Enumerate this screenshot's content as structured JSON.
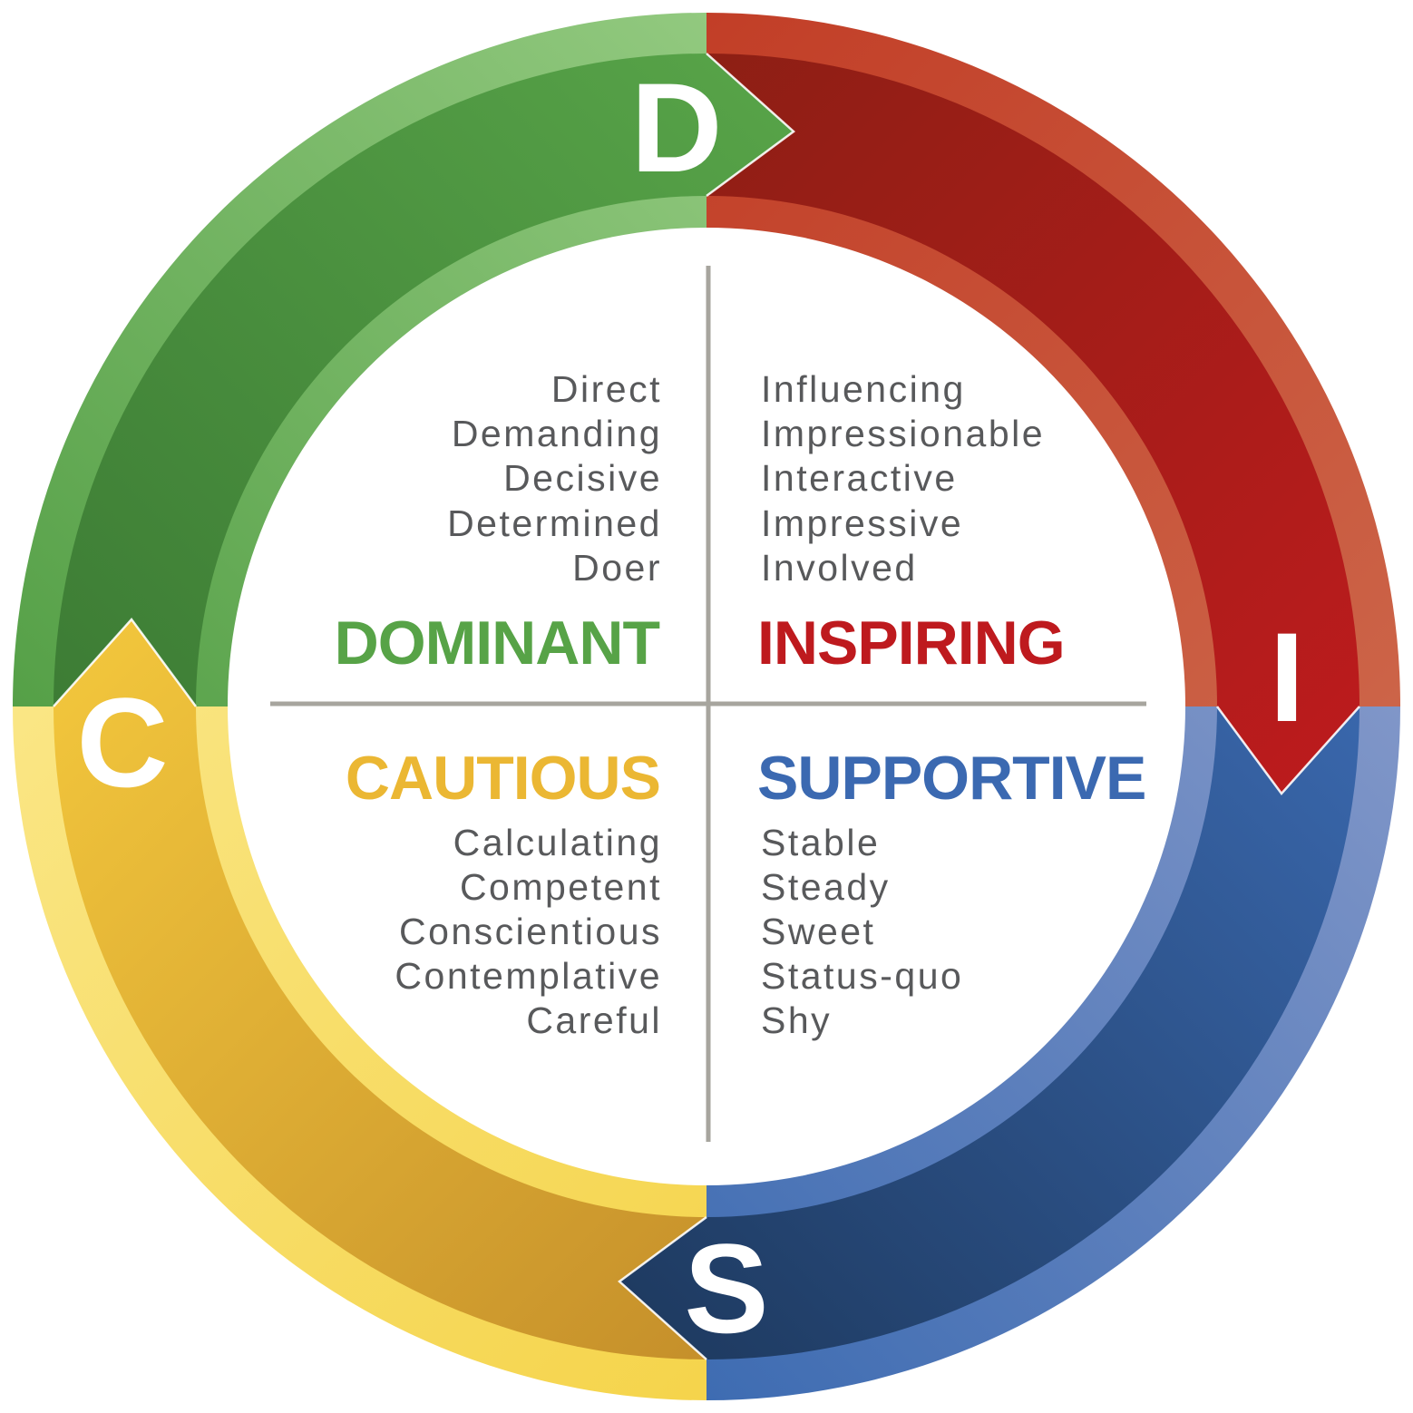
{
  "figure": {
    "kind": "DISC personality wheel",
    "letters_order": "D-I-S-C clockwise from top"
  },
  "styles": {
    "background": "#FFFFFF",
    "trait_color": "#58595B",
    "divider_color": "#A7A59E",
    "letter_color": "#FFFFFF",
    "seam_color": "#FFFFFF"
  },
  "quadrants": {
    "dominant": {
      "letter": "D",
      "label": "DOMINANT",
      "traits": [
        "Direct",
        "Demanding",
        "Decisive",
        "Determined",
        "Doer"
      ],
      "colors": {
        "label": "#57A347",
        "band_start": "#3C7B34",
        "band_end": "#57A348",
        "edge_start": "#55A047",
        "edge_end": "#92C97F"
      }
    },
    "inspiring": {
      "letter": "I",
      "label": "INSPIRING",
      "traits": [
        "Influencing",
        "Impressionable",
        "Interactive",
        "Impressive",
        "Involved"
      ],
      "colors": {
        "label": "#BE1A1E",
        "band_start": "#8C1F14",
        "band_end": "#BC1B1D",
        "edge_start": "#C23E27",
        "edge_end": "#CC6448"
      }
    },
    "supportive": {
      "letter": "S",
      "label": "SUPPORTIVE",
      "traits": [
        "Stable",
        "Steady",
        "Sweet",
        "Status-quo",
        "Shy"
      ],
      "colors": {
        "label": "#3B69B1",
        "band_start": "#3A68AE",
        "band_end": "#1E3A60",
        "edge_start": "#8096C8",
        "edge_end": "#3E6CB2"
      }
    },
    "cautious": {
      "letter": "C",
      "label": "CAUTIOUS",
      "traits": [
        "Calculating",
        "Competent",
        "Conscientious",
        "Contemplative",
        "Careful"
      ],
      "colors": {
        "label": "#EBB733",
        "band_start": "#C48E2A",
        "band_end": "#F2C63C",
        "edge_start": "#F5D44B",
        "edge_end": "#FAE685"
      }
    }
  }
}
